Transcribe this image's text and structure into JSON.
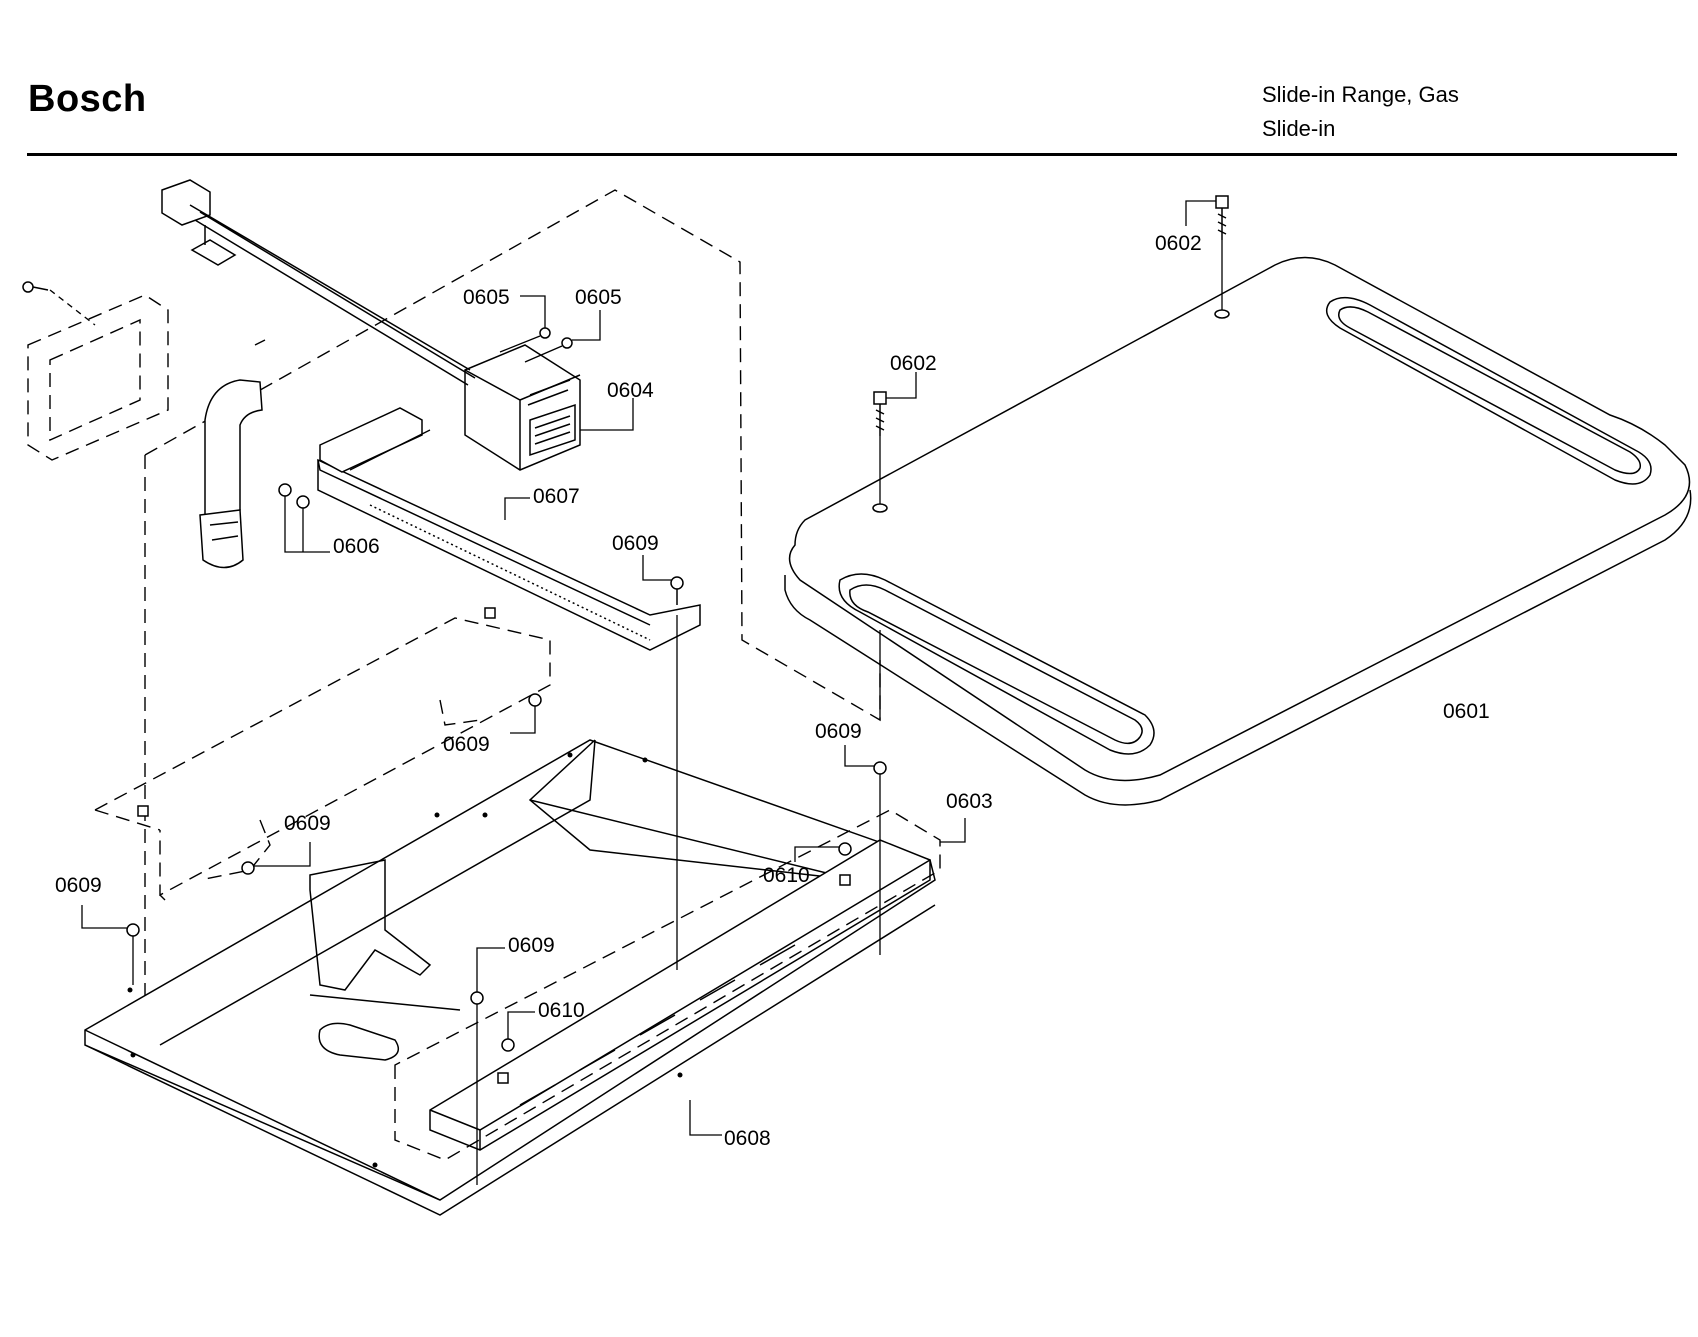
{
  "header": {
    "brand": "Bosch",
    "subtitle_line1": "Slide-in Range, Gas",
    "subtitle_line2": "Slide-in"
  },
  "callouts": {
    "c0601": "0601",
    "c0602a": "0602",
    "c0602b": "0602",
    "c0603": "0603",
    "c0604": "0604",
    "c0605a": "0605",
    "c0605b": "0605",
    "c0606": "0606",
    "c0607": "0607",
    "c0608": "0608",
    "c0609a": "0609",
    "c0609b": "0609",
    "c0609c": "0609",
    "c0609d": "0609",
    "c0609e": "0609",
    "c0609f": "0609",
    "c0610a": "0610",
    "c0610b": "0610"
  }
}
